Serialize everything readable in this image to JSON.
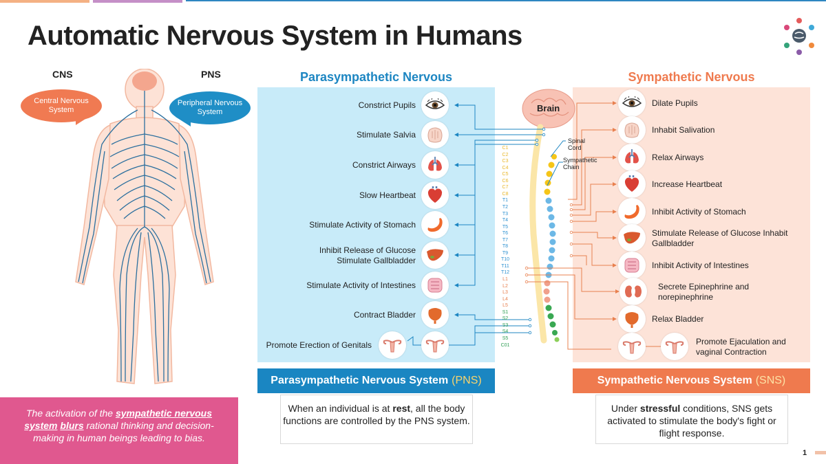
{
  "title": "Automatic Nervous System in Humans",
  "labels": {
    "cns": "CNS",
    "pns": "PNS",
    "cns_bubble": "Central Nervous System",
    "pns_bubble": "Peripheral Nervous System"
  },
  "note": {
    "pre": "The activation of the ",
    "em": "sympathetic nervous system",
    "mid": " ",
    "em2": "blurs",
    "post": " rational thinking and decision-making in human beings leading to bias."
  },
  "parasympathetic": {
    "heading": "Parasympathetic Nervous",
    "items": [
      {
        "text": "Constrict Pupils",
        "icon": "eye-icon"
      },
      {
        "text": "Stimulate Salvia",
        "icon": "salivary-gland-icon"
      },
      {
        "text": "Constrict Airways",
        "icon": "lungs-icon"
      },
      {
        "text": "Slow Heartbeat",
        "icon": "heart-icon"
      },
      {
        "text": "Stimulate Activity of Stomach",
        "icon": "stomach-icon"
      },
      {
        "text": "Inhibit Release of Glucose Stimulate Gallbladder",
        "icon": "liver-icon"
      },
      {
        "text": "Stimulate Activity of Intestines",
        "icon": "intestines-icon"
      },
      {
        "text": "Contract Bladder",
        "icon": "bladder-icon"
      },
      {
        "text": "Promote Erection of Genitals",
        "icon": "genitals-icon"
      }
    ],
    "bar_title": "Parasympathetic Nervous System",
    "bar_abbr": "(PNS)",
    "desc_pre": "When an individual is at ",
    "desc_bold": "rest",
    "desc_post": ", all the body functions are controlled by the PNS system."
  },
  "sympathetic": {
    "heading": "Sympathetic Nervous",
    "items": [
      {
        "text": "Dilate Pupils",
        "icon": "eye-icon"
      },
      {
        "text": "Inhabit Salivation",
        "icon": "salivary-gland-icon"
      },
      {
        "text": "Relax Airways",
        "icon": "lungs-icon"
      },
      {
        "text": "Increase Heartbeat",
        "icon": "heart-icon"
      },
      {
        "text": "Inhibit Activity of Stomach",
        "icon": "stomach-icon"
      },
      {
        "text": "Stimulate Release of Glucose Inhabit Gallbladder",
        "icon": "liver-icon"
      },
      {
        "text": "Inhibit Activity of Intestines",
        "icon": "intestines-icon"
      },
      {
        "text": "Secrete Epinephrine and norepinephrine",
        "icon": "kidney-icon"
      },
      {
        "text": "Relax Bladder",
        "icon": "bladder-icon"
      },
      {
        "text": "Promote Ejaculation and vaginal Contraction",
        "icon": "genitals-icon"
      }
    ],
    "bar_title": "Sympathetic Nervous System",
    "bar_abbr": "(SNS)",
    "desc_pre": "Under ",
    "desc_bold": "stressful",
    "desc_post": " conditions, SNS gets activated to stimulate the body's fight or flight response."
  },
  "center": {
    "brain": "Brain",
    "spinal_cord": "Spinal Cord",
    "sympathetic_chain": "Sympathetic Chain",
    "vertebrae": [
      "C1",
      "C2",
      "C3",
      "C4",
      "C5",
      "C6",
      "C7",
      "C8",
      "T1",
      "T2",
      "T3",
      "T4",
      "T5",
      "T6",
      "T7",
      "T8",
      "T9",
      "T10",
      "T11",
      "T12",
      "L1",
      "L2",
      "L3",
      "L4",
      "L5",
      "S1",
      "S2",
      "S3",
      "S4",
      "S5",
      "C01"
    ]
  },
  "colors": {
    "para_accent": "#1d86c2",
    "symp_accent": "#ef7a4e",
    "note_bg": "#e0588f",
    "nerve": "#2b6f9e"
  },
  "page_number": "1"
}
